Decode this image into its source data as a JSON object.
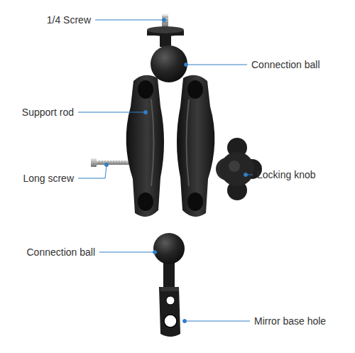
{
  "diagram": {
    "labels": [
      "1/4 Screw",
      "Connection ball",
      "Support rod",
      "Long screw",
      "Locking knob",
      "Connection ball",
      "Mirror base hole"
    ]
  }
}
